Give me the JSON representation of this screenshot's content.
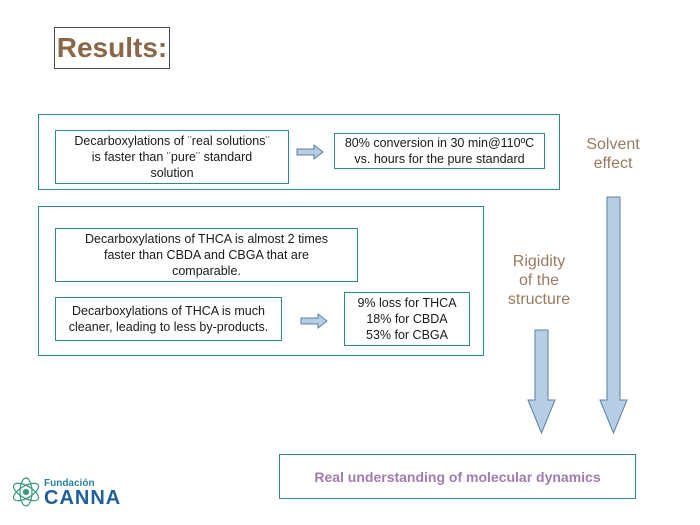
{
  "title": "Results:",
  "solvent": {
    "left_box": "Decarboxylations of ¨real solutions¨\nis faster than ¨pure¨ standard\nsolution",
    "right_box": "80% conversion in 30 min@110ºC\nvs. hours for the pure standard",
    "side_label": "Solvent\neffect"
  },
  "rigidity": {
    "box_1": "Decarboxylations of THCA is almost 2 times\nfaster than CBDA and CBGA that are\ncomparable.",
    "box_2": "Decarboxylations of THCA is much\ncleaner, leading to less by-products.",
    "loss_box": "9% loss for THCA\n18% for CBDA\n53% for CBGA",
    "side_label": "Rigidity\nof the\nstructure"
  },
  "conclusion": "Real understanding of molecular dynamics",
  "logo": {
    "top": "Fundación",
    "bottom": "CANNA"
  },
  "colors": {
    "border": "#2e8b8b",
    "arrow_fill": "#b7cde3",
    "arrow_stroke": "#5b7fa3",
    "label_brown": "#9a7b5f",
    "conclusion_purple": "#a07cb0"
  }
}
